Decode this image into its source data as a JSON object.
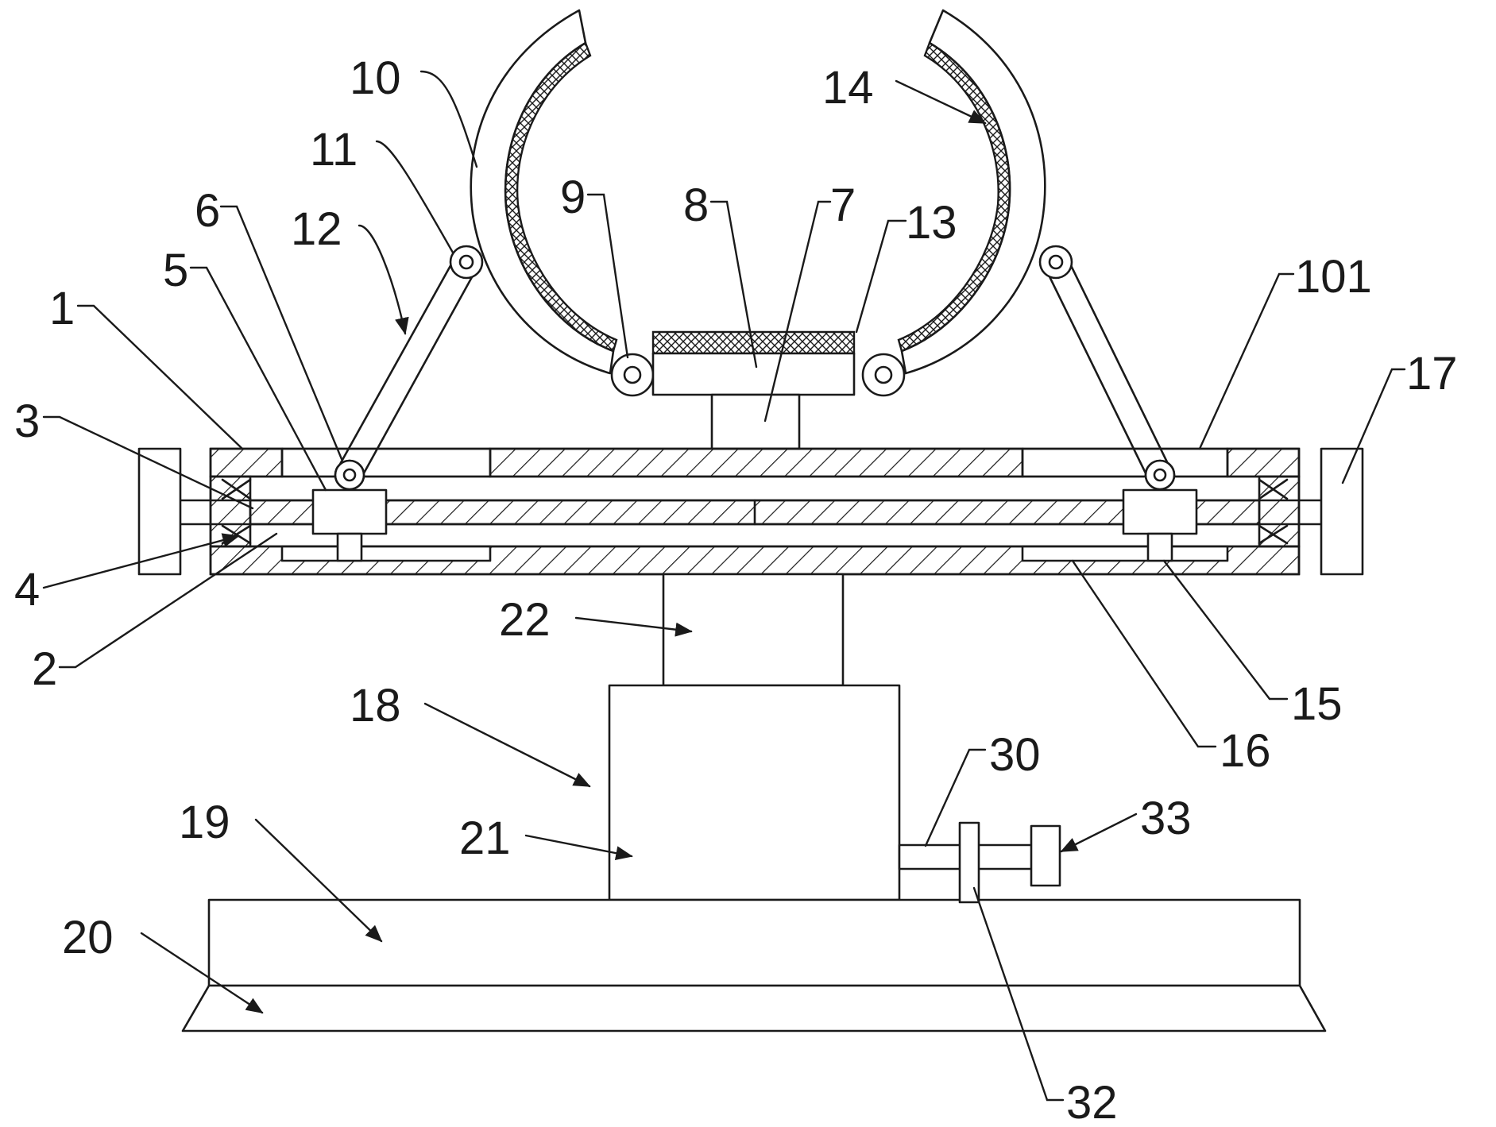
{
  "labels": {
    "l1": "1",
    "l2": "2",
    "l3": "3",
    "l4": "4",
    "l5": "5",
    "l6": "6",
    "l7": "7",
    "l8": "8",
    "l9": "9",
    "l10": "10",
    "l11": "11",
    "l12": "12",
    "l13": "13",
    "l14": "14",
    "l15": "15",
    "l16": "16",
    "l17": "17",
    "l18": "18",
    "l19": "19",
    "l20": "20",
    "l21": "21",
    "l22": "22",
    "l30": "30",
    "l32": "32",
    "l33": "33",
    "l101": "101"
  }
}
